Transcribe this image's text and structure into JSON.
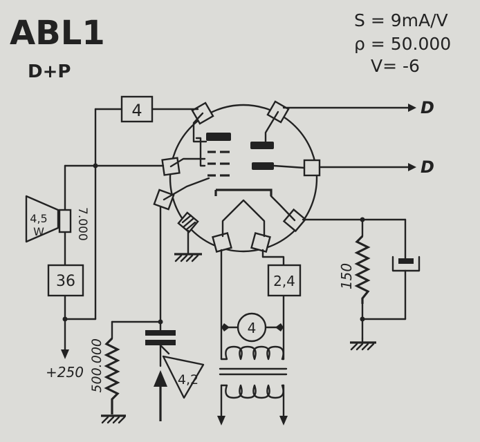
{
  "tube": {
    "name": "ABL1",
    "function": "D+P"
  },
  "specs": {
    "s": "S = 9mA/V",
    "rho": "ρ = 50.000",
    "v": "V= -6"
  },
  "outputs": {
    "d1": "D",
    "d2": "D"
  },
  "components": {
    "heater_series_box": "4",
    "speaker_power": "4,5",
    "speaker_unit": "W",
    "speaker_resistor": "7.000",
    "anode_resistor_box": "36",
    "supply": "+250",
    "grid_resistor": "500.000",
    "coupling_cap": "4,2",
    "heater_box": "2,4",
    "heater_voltage": "4",
    "cathode_resistor": "150"
  }
}
